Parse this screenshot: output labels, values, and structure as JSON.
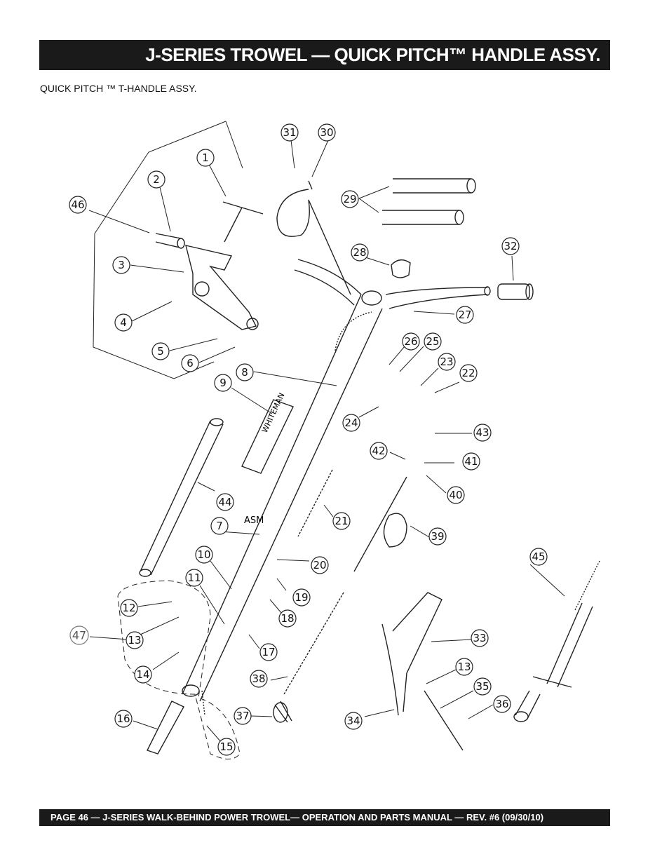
{
  "header": {
    "title": "J-SERIES TROWEL — QUICK PITCH™ HANDLE ASSY."
  },
  "subtitle": "QUICK PITCH ™ T-HANDLE ASSY.",
  "diagram": {
    "asm_label": "ASM",
    "callouts": [
      {
        "id": "c1",
        "label": "1"
      },
      {
        "id": "c2",
        "label": "2"
      },
      {
        "id": "c3",
        "label": "3"
      },
      {
        "id": "c4",
        "label": "4"
      },
      {
        "id": "c5",
        "label": "5"
      },
      {
        "id": "c6",
        "label": "6"
      },
      {
        "id": "c7",
        "label": "7"
      },
      {
        "id": "c8",
        "label": "8"
      },
      {
        "id": "c9",
        "label": "9"
      },
      {
        "id": "c10",
        "label": "10"
      },
      {
        "id": "c11",
        "label": "11"
      },
      {
        "id": "c12",
        "label": "12"
      },
      {
        "id": "c13a",
        "label": "13"
      },
      {
        "id": "c13b",
        "label": "13"
      },
      {
        "id": "c14",
        "label": "14"
      },
      {
        "id": "c15",
        "label": "15"
      },
      {
        "id": "c16",
        "label": "16"
      },
      {
        "id": "c17",
        "label": "17"
      },
      {
        "id": "c18",
        "label": "18"
      },
      {
        "id": "c19",
        "label": "19"
      },
      {
        "id": "c20",
        "label": "20"
      },
      {
        "id": "c21",
        "label": "21"
      },
      {
        "id": "c22",
        "label": "22"
      },
      {
        "id": "c23",
        "label": "23"
      },
      {
        "id": "c24",
        "label": "24"
      },
      {
        "id": "c25",
        "label": "25"
      },
      {
        "id": "c26",
        "label": "26"
      },
      {
        "id": "c27",
        "label": "27"
      },
      {
        "id": "c28",
        "label": "28"
      },
      {
        "id": "c29",
        "label": "29"
      },
      {
        "id": "c30",
        "label": "30"
      },
      {
        "id": "c31",
        "label": "31"
      },
      {
        "id": "c32",
        "label": "32"
      },
      {
        "id": "c33",
        "label": "33"
      },
      {
        "id": "c34",
        "label": "34"
      },
      {
        "id": "c35",
        "label": "35"
      },
      {
        "id": "c36",
        "label": "36"
      },
      {
        "id": "c37",
        "label": "37"
      },
      {
        "id": "c38",
        "label": "38"
      },
      {
        "id": "c39",
        "label": "39"
      },
      {
        "id": "c40",
        "label": "40"
      },
      {
        "id": "c41",
        "label": "41"
      },
      {
        "id": "c42",
        "label": "42"
      },
      {
        "id": "c43",
        "label": "43"
      },
      {
        "id": "c44",
        "label": "44"
      },
      {
        "id": "c45",
        "label": "45"
      },
      {
        "id": "c46",
        "label": "46"
      },
      {
        "id": "c47",
        "label": "47"
      }
    ],
    "brand_text": "WHITEMAN"
  },
  "footer": {
    "text": "PAGE 46 — J-SERIES  WALK-BEHIND POWER TROWEL— OPERATION AND PARTS MANUAL — REV. #6 (09/30/10)"
  }
}
